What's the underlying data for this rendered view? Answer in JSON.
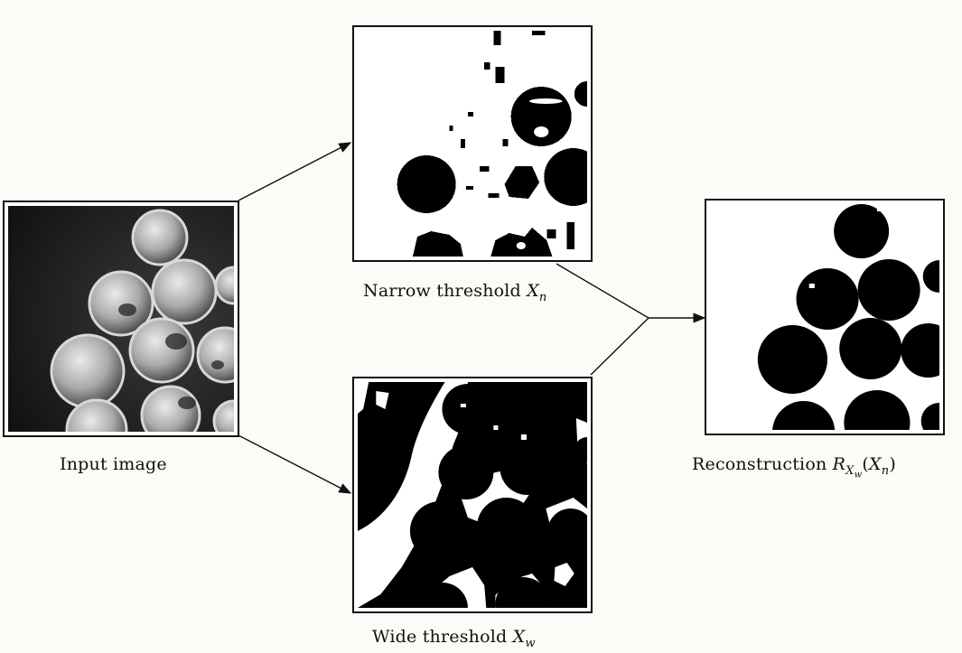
{
  "captions": {
    "input": "Input image",
    "narrow": "Narrow threshold",
    "narrow_var": "X",
    "narrow_sub": "n",
    "wide": "Wide threshold",
    "wide_var": "X",
    "wide_sub": "w",
    "recon": "Reconstruction",
    "recon_R": "R",
    "recon_sub_var": "X",
    "recon_sub_sub": "w",
    "recon_arg_open": "(",
    "recon_arg_var": "X",
    "recon_arg_sub": "n",
    "recon_arg_close": ")"
  },
  "colors": {
    "ink": "#111111",
    "paper": "#fbfbf8"
  }
}
